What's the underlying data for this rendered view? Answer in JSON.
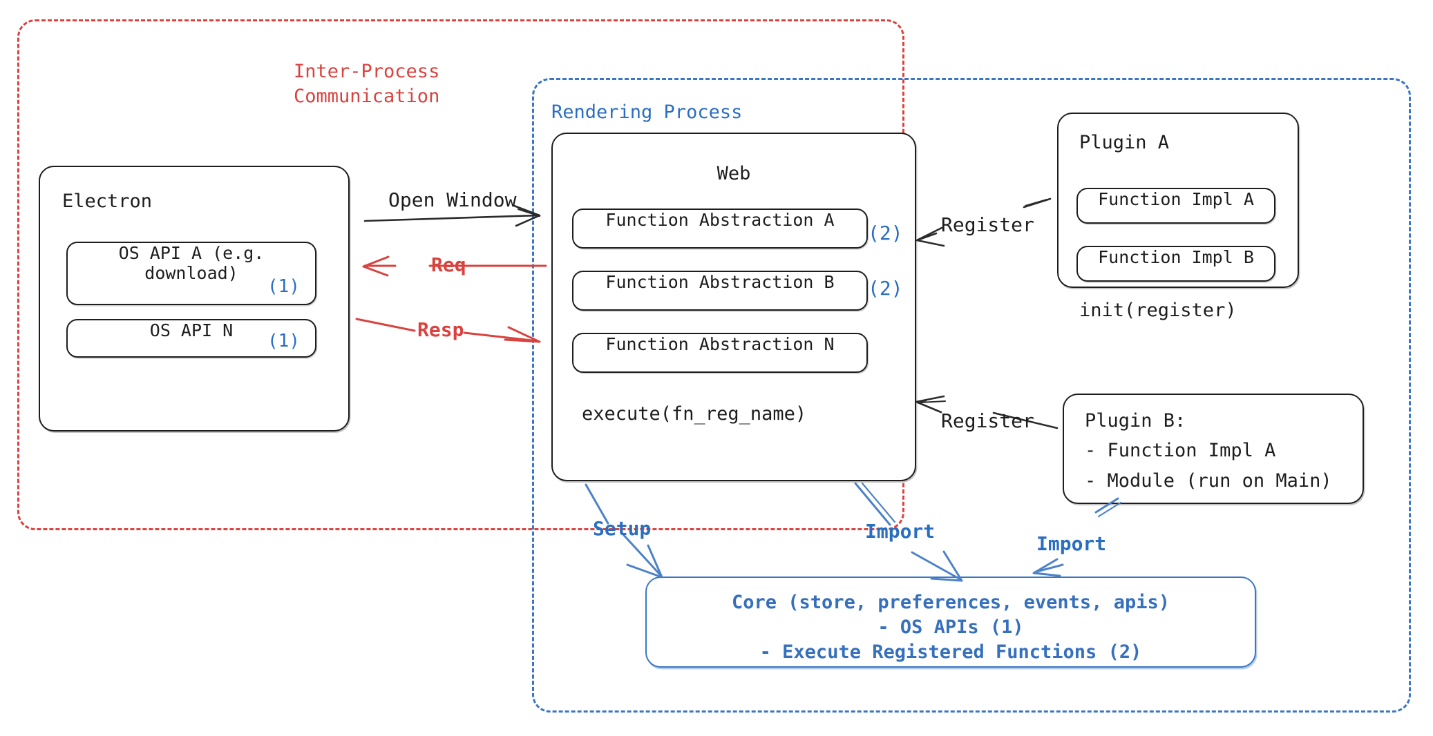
{
  "diagram": {
    "title": "Electron Plugin Architecture",
    "colors": {
      "ipc_red": "#d9433f",
      "render_blue": "#3a76c4",
      "annotation_blue": "#2a6ec0",
      "core_blue": "#3670bd",
      "stroke_black": "#1d1d1d",
      "background": "#ffffff"
    }
  },
  "groups": {
    "ipc": {
      "label_line1": "Inter-Process",
      "label_line2": "Communication"
    },
    "rendering": {
      "label": "Rendering Process"
    }
  },
  "electron": {
    "title": "Electron",
    "apis": [
      {
        "label": "OS API A (e.g.\ndownload)",
        "badge": "(1)"
      },
      {
        "label": "OS API N",
        "badge": "(1)"
      }
    ]
  },
  "web": {
    "title": "Web",
    "abstractions": [
      {
        "label": "Function Abstraction A",
        "badge": "(2)"
      },
      {
        "label": "Function Abstraction B",
        "badge": "(2)"
      },
      {
        "label": "Function Abstraction N",
        "badge": ""
      }
    ],
    "footer": "execute(fn_reg_name)"
  },
  "plugin_a": {
    "title": "Plugin A",
    "items": [
      "Function Impl A",
      "Function Impl B"
    ],
    "footer": "init(register)"
  },
  "plugin_b": {
    "title": "Plugin B:",
    "items": [
      "- Function Impl A",
      "- Module (run on Main)"
    ]
  },
  "core": {
    "line1": "Core (store, preferences, events, apis)",
    "line2": "- OS APIs (1)",
    "line3": "- Execute Registered Functions (2)"
  },
  "edges": {
    "open_window": "Open Window",
    "req": "Req",
    "resp": "Resp",
    "register_a": "Register",
    "register_b": "Register",
    "setup": "Setup",
    "import_web": "Import",
    "import_plugin_b": "Import"
  }
}
